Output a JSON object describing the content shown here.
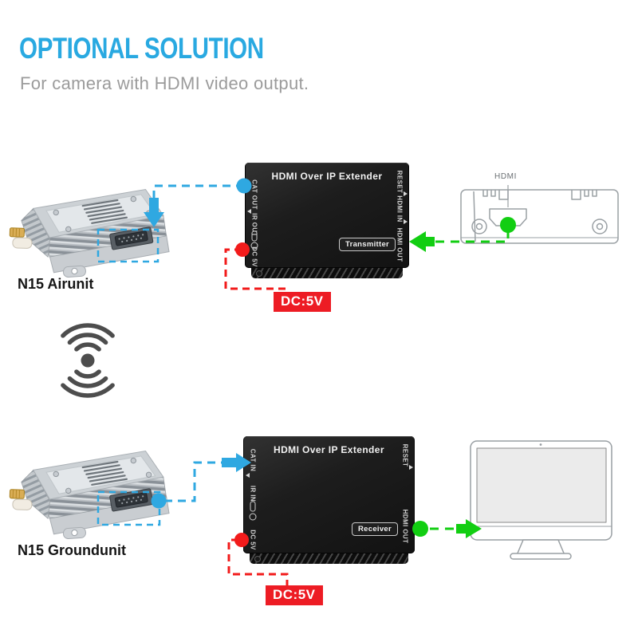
{
  "header": {
    "title": "OPTIONAL SOLUTION",
    "subtitle": "For camera with HDMI video output."
  },
  "colors": {
    "title_blue": "#29A9E1",
    "connector_blue": "#2FA8E1",
    "power_red": "#ED1C24",
    "hdmi_green": "#12CE12",
    "wireless_gray": "#4D4D4D"
  },
  "air": {
    "unit_label": "N15 Airunit",
    "power_label": "DC:5V",
    "extender": {
      "title": "HDMI Over IP Extender",
      "badge": "Transmitter",
      "ports_left": [
        "CAT OUT",
        "IR OUT",
        "DC 5V"
      ],
      "ports_right": [
        "RESET",
        "HDMI IN",
        "HDMI OUT"
      ]
    },
    "camera": {
      "port_label": "HDMI"
    }
  },
  "ground": {
    "unit_label": "N15 Groundunit",
    "power_label": "DC:5V",
    "extender": {
      "title": "HDMI Over IP Extender",
      "badge": "Receiver",
      "ports_left": [
        "CAT IN",
        "IR IN",
        "DC 5V"
      ],
      "ports_right": [
        "RESET",
        "HDMI OUT"
      ]
    }
  }
}
